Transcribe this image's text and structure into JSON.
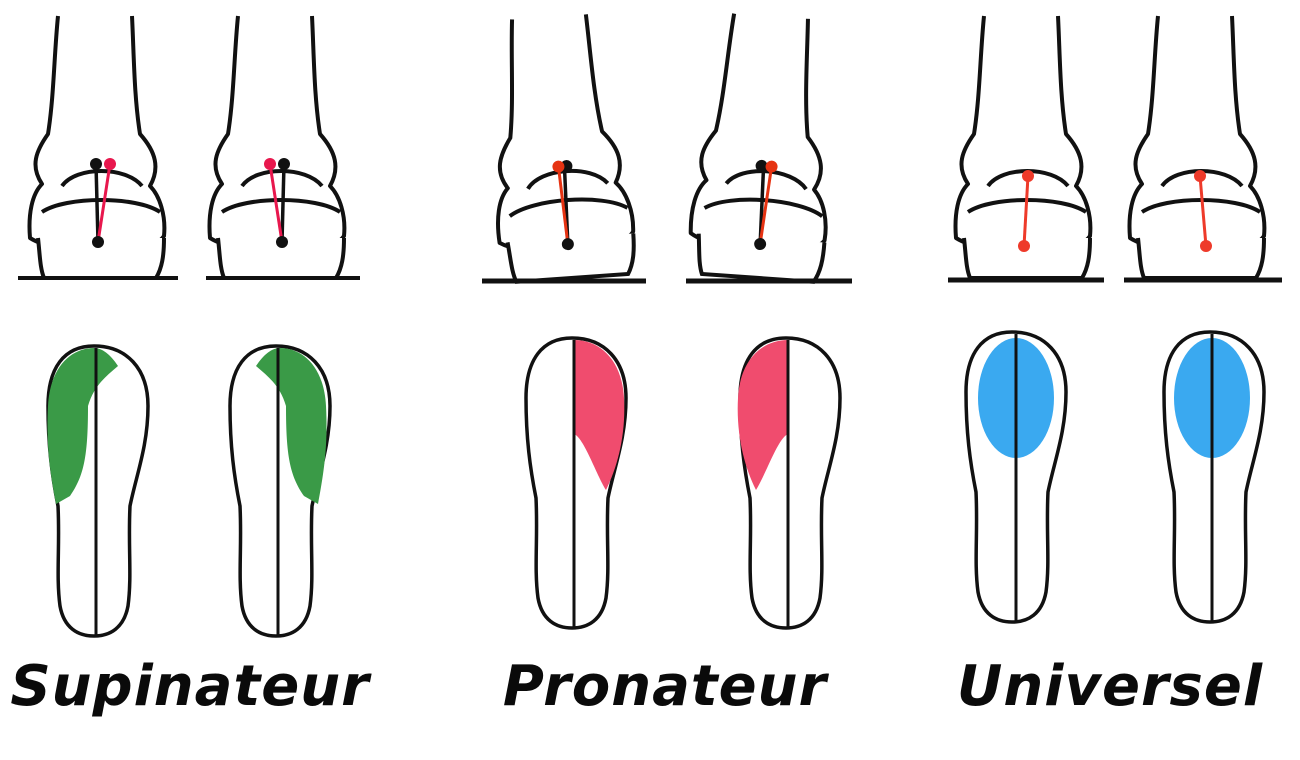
{
  "panels": [
    {
      "id": "supinateur",
      "label": "Supinateur",
      "accent_color": "#3a9a47",
      "marker_color": "#e8174d",
      "side": "outer"
    },
    {
      "id": "pronateur",
      "label": "Pronateur",
      "accent_color": "#f04c6e",
      "marker_color": "#e63312",
      "side": "inner"
    },
    {
      "id": "universel",
      "label": "Universel",
      "accent_color": "#3aa9f0",
      "marker_color": "#ee3a2a",
      "side": "center"
    }
  ],
  "colors": {
    "outline": "#111111"
  }
}
